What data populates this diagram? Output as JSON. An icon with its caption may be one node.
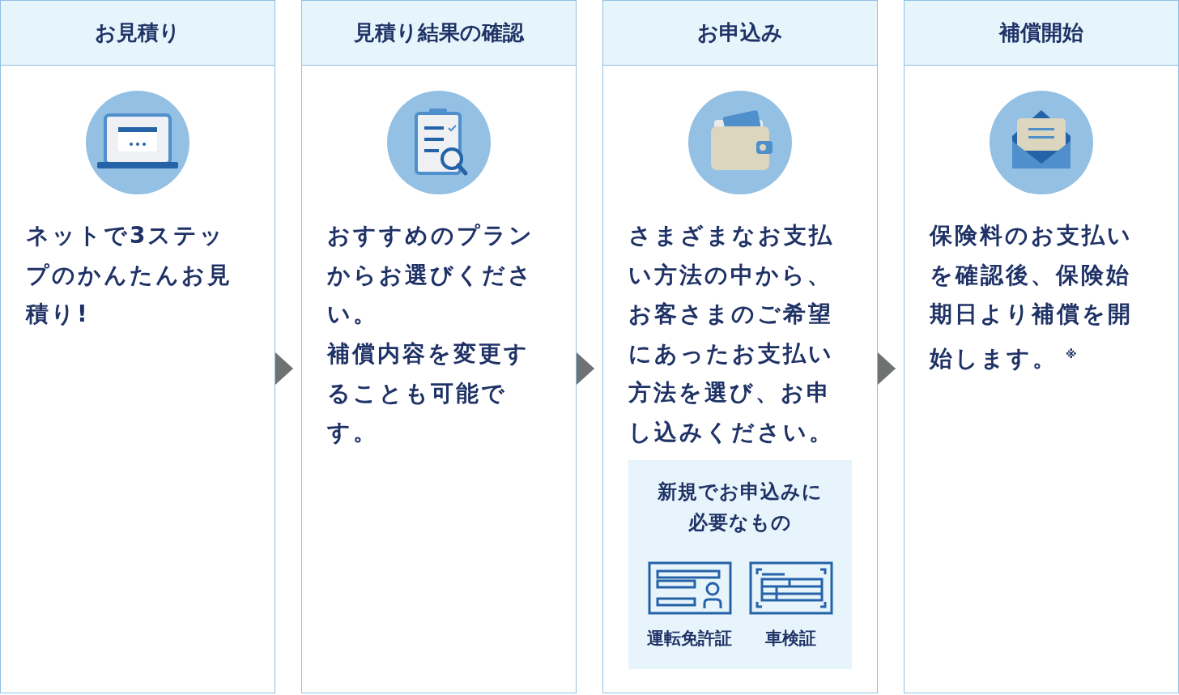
{
  "diagram": {
    "nodes": [
      {
        "text": [
          "お見積り",
          "ネットで3ステップのかんたんお見積り!"
        ]
      },
      {
        "text": [
          "見積り結果の確認",
          "おすすめのプランからお選びください。",
          "補償内容を変更することも可能です。"
        ]
      },
      {
        "text": [
          "お申込み",
          "さまざまなお支払い方法の中から、お客さまのご希望にあったお支払い方法を選び、お申し込みください。"
        ]
      },
      {
        "text": [
          "補償開始",
          "保険料のお支払いを確認後、保険始期日より補償を開始します。$^{※}$"
        ]
      },
      {
        "text": [
          "新規でお申込みに必要なもの"
        ],
        "in": 2
      },
      {
        "text": [
          "運転免許証"
        ],
        "in": 4
      },
      {
        "text": [
          "車検証"
        ],
        "in": 4
      }
    ],
    "edges": [
      {
        "from": 0,
        "to": 1,
        "arrow": "to"
      },
      {
        "from": 1,
        "to": 2,
        "arrow": "to"
      },
      {
        "from": 2,
        "to": 3,
        "arrow": "to"
      }
    ]
  }
}
